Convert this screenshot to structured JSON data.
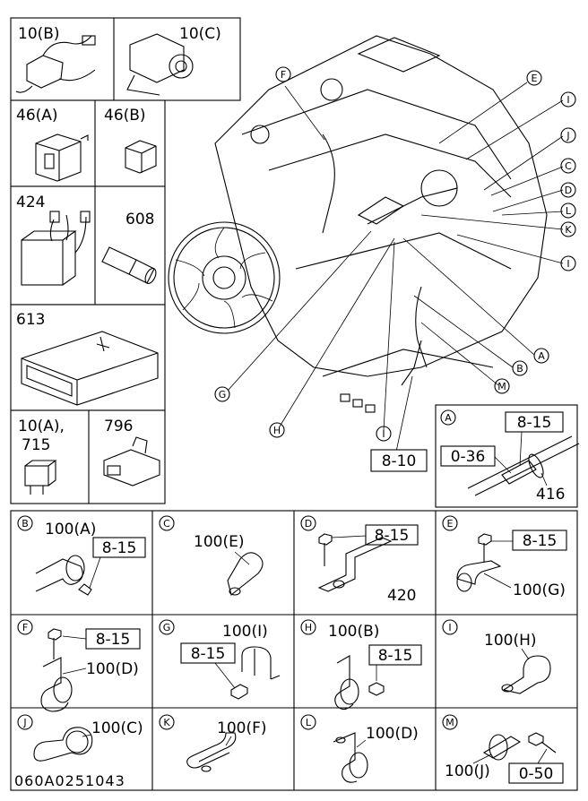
{
  "drawing_id": "060A0251043",
  "left_panels": [
    {
      "id": "p10b",
      "label": "10(B)"
    },
    {
      "id": "p10c",
      "label": "10(C)"
    },
    {
      "id": "p46a",
      "label": "46(A)"
    },
    {
      "id": "p46b",
      "label": "46(B)"
    },
    {
      "id": "p424",
      "label": "424"
    },
    {
      "id": "p608",
      "label": "608"
    },
    {
      "id": "p613",
      "label": "613"
    },
    {
      "id": "p10a",
      "label": "10(A),"
    },
    {
      "id": "p715",
      "label": "715"
    },
    {
      "id": "p796",
      "label": "796"
    }
  ],
  "main_callouts": {
    "letters": [
      "F",
      "E",
      "I",
      "J",
      "C",
      "D",
      "L",
      "K",
      "I",
      "A",
      "B",
      "M",
      "G",
      "H",
      "I"
    ],
    "ref_box": "8-10"
  },
  "detail_a": {
    "letter": "A",
    "ref_top": "8-15",
    "ref_left": "0-36",
    "part": "416"
  },
  "details": [
    {
      "letter": "B",
      "part": "100(A)",
      "ref": "8-15"
    },
    {
      "letter": "C",
      "part": "100(E)",
      "ref": ""
    },
    {
      "letter": "D",
      "part": "420",
      "ref": "8-15"
    },
    {
      "letter": "E",
      "part": "100(G)",
      "ref": "8-15"
    },
    {
      "letter": "F",
      "part": "100(D)",
      "ref": "8-15"
    },
    {
      "letter": "G",
      "part": "100(I)",
      "ref": "8-15"
    },
    {
      "letter": "H",
      "part": "100(B)",
      "ref": "8-15"
    },
    {
      "letter": "I",
      "part": "100(H)",
      "ref": ""
    },
    {
      "letter": "J",
      "part": "100(C)",
      "ref": ""
    },
    {
      "letter": "K",
      "part": "100(F)",
      "ref": ""
    },
    {
      "letter": "L",
      "part": "100(D)",
      "ref": ""
    },
    {
      "letter": "M",
      "part": "100(J)",
      "ref": "0-50"
    }
  ]
}
